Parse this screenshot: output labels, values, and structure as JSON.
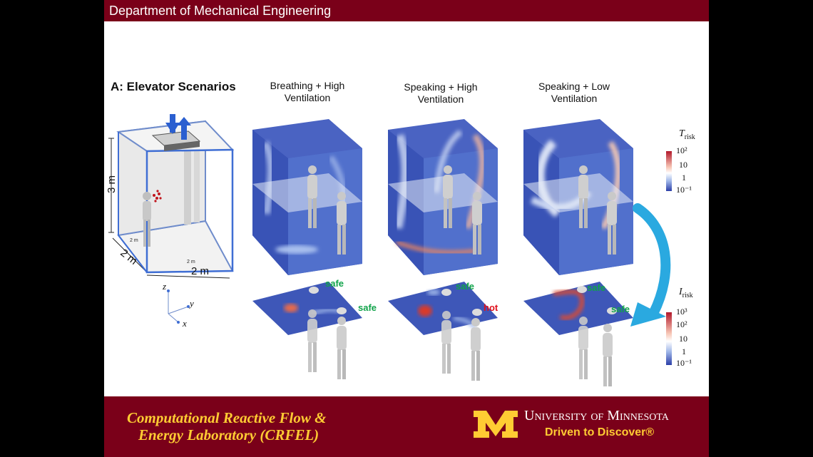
{
  "header": {
    "department": "Department of Mechanical Engineering"
  },
  "figure": {
    "title": "A: Elevator Scenarios",
    "columns": [
      {
        "line1": "Breathing + High",
        "line2": "Ventilation"
      },
      {
        "line1": "Speaking + High",
        "line2": "Ventilation"
      },
      {
        "line1": "Speaking + Low",
        "line2": "Ventilation"
      }
    ],
    "elevator": {
      "height_label": "3 m",
      "depth_label": "2 m",
      "width_label": "2 m",
      "small_label": "2 m"
    },
    "axes": {
      "z": "z",
      "y": "y",
      "x": "x"
    },
    "status_labels": {
      "col1_a": "safe",
      "col1_b": "safe",
      "col2_a": "safe",
      "col2_b": "hot",
      "col3_a": "safe",
      "col3_b": "safe"
    },
    "colorbars": {
      "t": {
        "title": "T",
        "subscript": "risk",
        "ticks": [
          "10²",
          "10",
          "1",
          "10⁻¹"
        ]
      },
      "i": {
        "title": "I",
        "subscript": "risk",
        "ticks": [
          "10³",
          "10²",
          "10",
          "1",
          "10⁻¹"
        ]
      }
    },
    "colors": {
      "low": "#3a53b0",
      "mid": "#ffffff",
      "high": "#c0141c",
      "arrow": "#2aa9e0"
    }
  },
  "footer": {
    "lab_line1": "Computational Reactive Flow &",
    "lab_line2": "Energy Laboratory (CRFEL)",
    "university": "University of Minnesota",
    "tagline": "Driven to Discover®"
  }
}
